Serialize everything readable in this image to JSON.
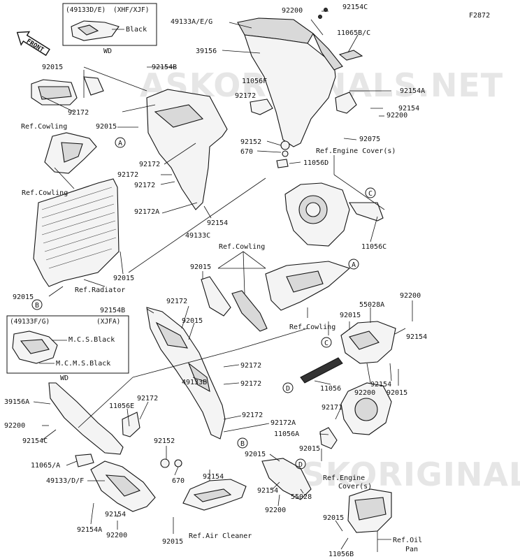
{
  "figure_code": "F2872",
  "front_label": "FRONT",
  "watermark": "ASKORIGINALS.NET",
  "parts": {
    "p49133AEG": "49133A/E/G",
    "p92200_top": "92200",
    "p92154C_top": "92154C",
    "p11065BC": "11065B/C",
    "p39156": "39156",
    "p92015_a": "92015",
    "p92154B_a": "92154B",
    "p11056F": "11056F",
    "p92154A_r": "92154A",
    "p92172_a": "92172",
    "p92154_r": "92154",
    "p92200_r": "92200",
    "p92015_b": "92015",
    "p92172_b": "92172",
    "p92075": "92075",
    "p92152_a": "92152",
    "p670_a": "670",
    "p11056D": "11056D",
    "p92172_c": "92172",
    "p92172_d": "92172",
    "p92172_e": "92172",
    "p92172A_a": "92172A",
    "p92154_m": "92154",
    "p49133C": "49133C",
    "p11056C": "11056C",
    "p92015_c": "92015",
    "p92015_d": "92015",
    "p92015_e": "92015",
    "p92154B_b": "92154B",
    "p92172_f": "92172",
    "p92015_f": "92015",
    "p92200_m": "92200",
    "p55028A": "55028A",
    "p92015_g": "92015",
    "p92154_s": "92154",
    "p92172_g": "92172",
    "p49133B": "49133B",
    "p92172_h": "92172",
    "p11056_m": "11056",
    "p92200_n": "92200",
    "p92154_n": "92154",
    "p92015_h": "92015",
    "p39156A": "39156A",
    "p11056E": "11056E",
    "p92172_i": "92172",
    "p92172_j": "92172",
    "p92172A_b": "92172A",
    "p92171": "92171",
    "p92200_l": "92200",
    "p92154C_l": "92154C",
    "p11056A": "11056A",
    "p92152_b": "92152",
    "p92015_i": "92015",
    "p92015_j": "92015",
    "p11065A": "11065/A",
    "p670_b": "670",
    "p92154_o": "92154",
    "p49133DF": "49133/D/F",
    "p92154_p": "92154",
    "p55028": "55028",
    "p92200_o": "92200",
    "p92015_k": "92015",
    "p92154_q": "92154",
    "p92154A_l": "92154A",
    "p92200_p": "92200",
    "p92015_l": "92015",
    "p11056B": "11056B"
  },
  "refs": {
    "cowling_1": "Ref.Cowling",
    "cowling_2": "Ref.Cowling",
    "cowling_3": "Ref.Cowling",
    "cowling_4": "Ref.Cowling",
    "radiator": "Ref.Radiator",
    "engine_cover_1": "Ref.Engine Cover(s)",
    "engine_cover_2a": "Ref.Engine",
    "engine_cover_2b": "Cover(s)",
    "air_cleaner": "Ref.Air Cleaner",
    "oil_pan_a": "Ref.Oil",
    "oil_pan_b": "Pan"
  },
  "inset_top": {
    "part": "(49133D/E)",
    "model": "(XHF/XJF)",
    "color_label": "Black",
    "note": "WD"
  },
  "inset_left": {
    "part": "(49133F/G)",
    "model": "(XJFA)",
    "label_1": "M.C.S.Black",
    "label_2": "M.C.M.S.Black"
  },
  "wd_label": "WD",
  "callouts": [
    "A",
    "B",
    "C",
    "D"
  ]
}
